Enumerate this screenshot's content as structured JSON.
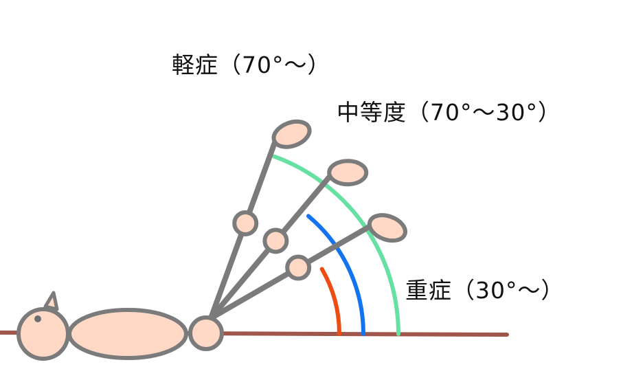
{
  "labels": {
    "mild": "軽症（70°〜）",
    "moderate": "中等度（70°〜30°）",
    "severe": "重症（30°〜）"
  },
  "colors": {
    "background": "#ffffff",
    "ground": "#a0564b",
    "outline": "#7b7b7b",
    "skin": "#ffd9c6",
    "arc_mild": "#66e0a3",
    "arc_moderate": "#1474f0",
    "arc_severe": "#ec4d12"
  },
  "leg_angles_deg": {
    "mild": 70,
    "moderate": 50,
    "severe": 30
  },
  "arc_range_deg": {
    "mild": [
      70,
      0
    ],
    "moderate": [
      50,
      0
    ],
    "severe": [
      30,
      0
    ]
  }
}
